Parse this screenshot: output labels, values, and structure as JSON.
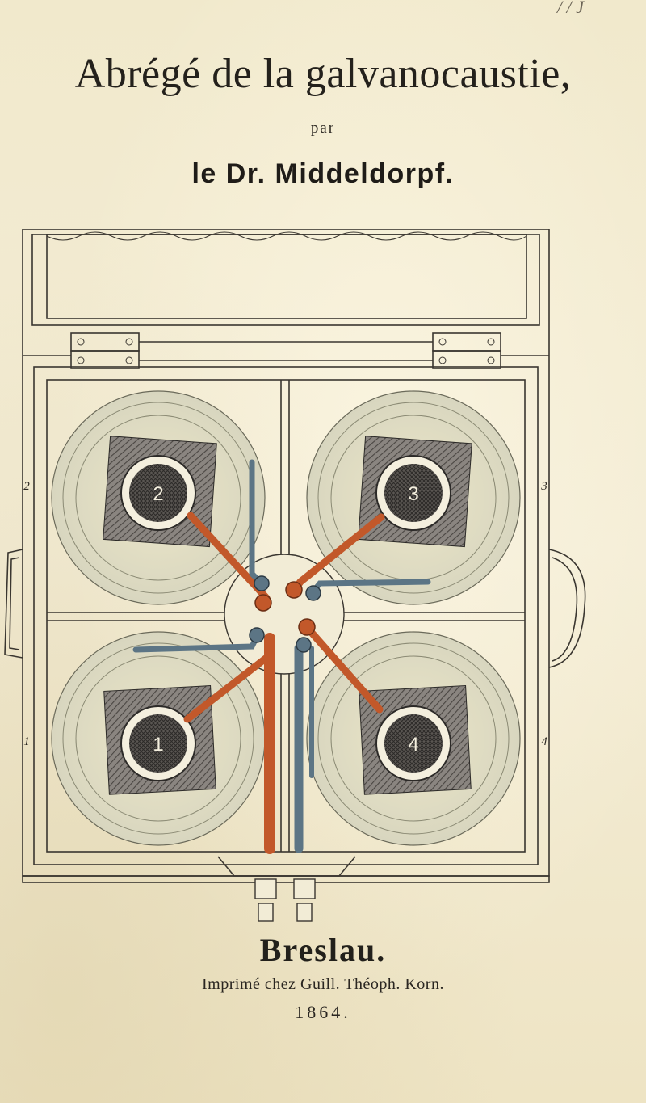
{
  "title": "Abrégé de la galvanocaustie,",
  "byline": "par",
  "author": "le Dr. Middeldorpf.",
  "figure": {
    "cells": [
      {
        "number": "2",
        "side_label": "2"
      },
      {
        "number": "3",
        "side_label": "3"
      },
      {
        "number": "1",
        "side_label": "1"
      },
      {
        "number": "4",
        "side_label": "4"
      }
    ],
    "colors": {
      "copper": "#c2582a",
      "zinc": "#5c7585",
      "frame": "#3a3630",
      "plate": "#4a4744"
    }
  },
  "city": "Breslau.",
  "printer": "Imprimé chez Guill. Théoph. Korn.",
  "year": "1864.",
  "corner_mark": "/ / J"
}
